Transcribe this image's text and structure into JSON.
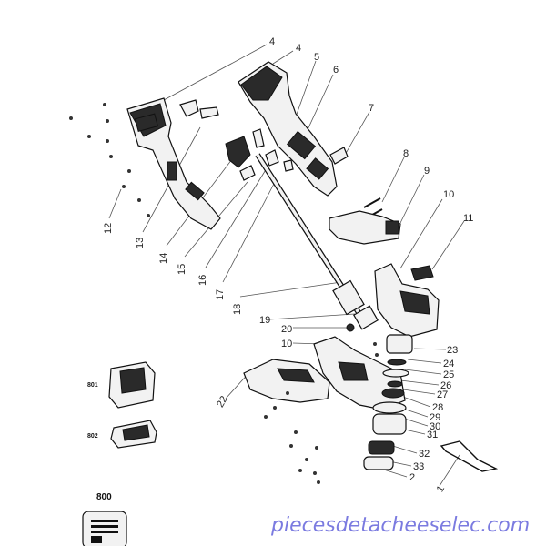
{
  "callouts": [
    {
      "id": "c4a",
      "label": "4"
    },
    {
      "id": "c4b",
      "label": "4"
    },
    {
      "id": "c5",
      "label": "5"
    },
    {
      "id": "c6",
      "label": "6"
    },
    {
      "id": "c7",
      "label": "7"
    },
    {
      "id": "c8",
      "label": "8"
    },
    {
      "id": "c9",
      "label": "9"
    },
    {
      "id": "c10a",
      "label": "10"
    },
    {
      "id": "c11",
      "label": "11"
    },
    {
      "id": "c12",
      "label": "12"
    },
    {
      "id": "c13",
      "label": "13"
    },
    {
      "id": "c14",
      "label": "14"
    },
    {
      "id": "c15",
      "label": "15"
    },
    {
      "id": "c16",
      "label": "16"
    },
    {
      "id": "c17",
      "label": "17"
    },
    {
      "id": "c18",
      "label": "18"
    },
    {
      "id": "c19",
      "label": "19"
    },
    {
      "id": "c20",
      "label": "20"
    },
    {
      "id": "c10b",
      "label": "10"
    },
    {
      "id": "c23",
      "label": "23"
    },
    {
      "id": "c24",
      "label": "24"
    },
    {
      "id": "c25",
      "label": "25"
    },
    {
      "id": "c26",
      "label": "26"
    },
    {
      "id": "c27",
      "label": "27"
    },
    {
      "id": "c22",
      "label": "22"
    },
    {
      "id": "c28",
      "label": "28"
    },
    {
      "id": "c29",
      "label": "29"
    },
    {
      "id": "c30",
      "label": "30"
    },
    {
      "id": "c31",
      "label": "31"
    },
    {
      "id": "c32",
      "label": "32"
    },
    {
      "id": "c33",
      "label": "33"
    },
    {
      "id": "c2",
      "label": "2"
    },
    {
      "id": "c1",
      "label": "1"
    }
  ],
  "batteries": {
    "label_801": "801",
    "label_802": "802"
  },
  "kit": {
    "label_800": "800"
  },
  "watermark": {
    "text": "piecesdetacheeselec.com",
    "color": "#7b7be0"
  }
}
